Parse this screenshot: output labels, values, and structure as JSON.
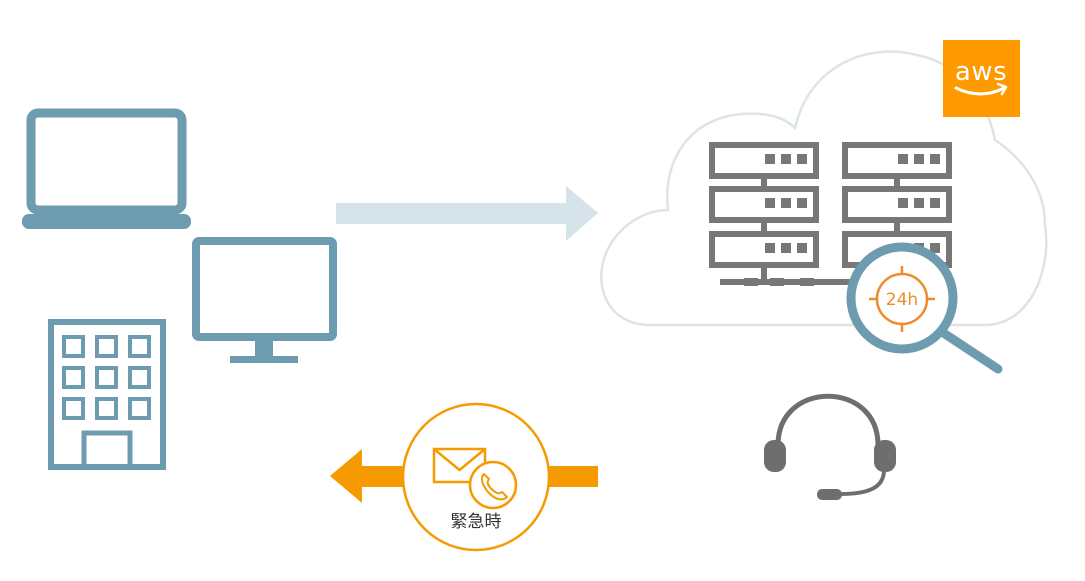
{
  "aws_logo_text": "aws",
  "emergency_label": "緊急時",
  "monitor_badge_text": "24h",
  "icons": {
    "laptop": "laptop-icon",
    "desktop": "desktop-monitor-icon",
    "building": "office-building-icon",
    "cloud": "cloud-icon",
    "servers": "server-rack-icon",
    "magnifier": "magnifier-icon",
    "headset": "headset-icon",
    "mail": "mail-icon",
    "phone": "phone-icon"
  },
  "colors": {
    "client_blue": "#6d9bb0",
    "light_arrow": "#d6e3ea",
    "cloud_outline": "#dde4e8",
    "server_gray": "#777777",
    "aws_orange": "#ff9900",
    "alert_orange": "#f59a00",
    "monitor_orange": "#ef8b2c",
    "headset_gray": "#6e6e6e"
  }
}
